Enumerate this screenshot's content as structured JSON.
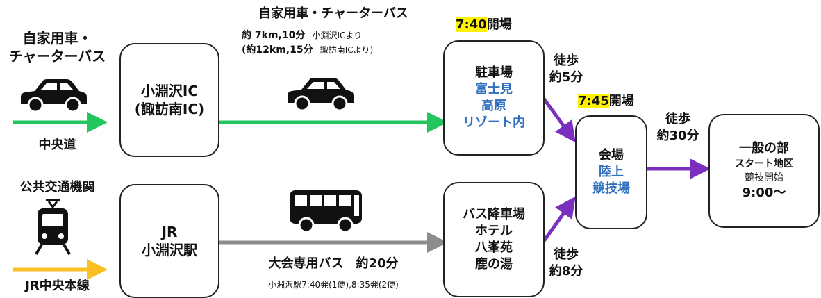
{
  "left": {
    "car_label_line1": "自家用車・",
    "car_label_line2": "チャーターバス",
    "car_road": "中央道",
    "transit_label": "公共交通機関",
    "rail_line": "JR中央本線"
  },
  "boxes": {
    "ic": {
      "line1": "小淵沢IC",
      "line2": "(諏訪南IC)"
    },
    "station": {
      "line1": "JR",
      "line2": "小淵沢駅"
    },
    "parking": {
      "line1": "駐車場",
      "line2": "富士見",
      "line3": "高原",
      "line4": "リゾート内"
    },
    "busstop": {
      "line1": "バス降車場",
      "line2": "ホテル",
      "line3": "八峯苑",
      "line4": "鹿の湯"
    },
    "venue": {
      "line1": "会場",
      "line2": "陸上",
      "line3": "競技場"
    },
    "start": {
      "line1": "一般の部",
      "line2": "スタート地区",
      "line3": "競技開始",
      "line4": "9:00～"
    }
  },
  "top_route": {
    "title": "自家用車・チャーターバス",
    "dist1": "約 7km,10分",
    "dist1_note": "小淵沢ICより",
    "dist2": "(約12km,15分",
    "dist2_note": "諏訪南ICより)"
  },
  "bottom_route": {
    "title": "大会専用バス　約20分",
    "schedule": "小淵沢駅7:40発(1便),8:35発(2便)"
  },
  "parking_open": {
    "time": "7:40",
    "suffix": "開場"
  },
  "venue_open": {
    "time": "7:45",
    "suffix": "開場"
  },
  "walks": {
    "parking_line1": "徒歩",
    "parking_line2": "約5分",
    "busstop_line1": "徒歩",
    "busstop_line2": "約8分",
    "venue_line1": "徒歩",
    "venue_line2": "約30分"
  },
  "colors": {
    "green": "#22c55e",
    "gray": "#8c8c8c",
    "yellow": "#fbbf24",
    "purple": "#7b2fbf",
    "blue_text": "#2f6fc0",
    "highlight": "#fff200"
  },
  "icons": [
    "car-icon",
    "bus-icon",
    "train-icon"
  ]
}
